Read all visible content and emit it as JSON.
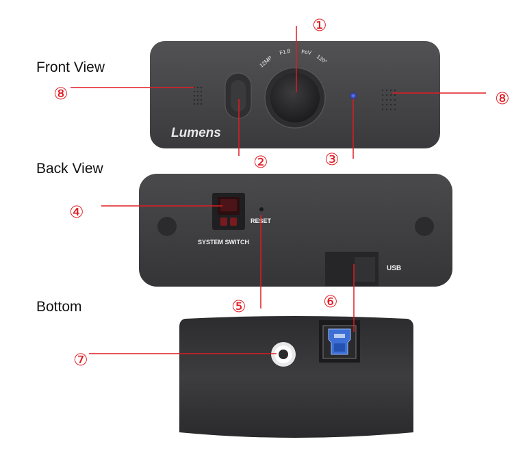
{
  "sections": {
    "front": "Front View",
    "back": "Back View",
    "bottom": "Bottom"
  },
  "callouts": {
    "c1": "①",
    "c2": "②",
    "c3": "③",
    "c4": "④",
    "c5": "⑤",
    "c6": "⑥",
    "c7": "⑦",
    "c8_left": "⑧",
    "c8_right": "⑧"
  },
  "device_text": {
    "brand": "Lumens",
    "spec_12mp": "12MP",
    "spec_f18": "F1.8",
    "spec_fov": "FoV",
    "spec_120": "120°",
    "reset": "RESET",
    "system_switch": "SYSTEM SWITCH",
    "usb": "USB"
  },
  "colors": {
    "callout_red": "#e11b22",
    "body_dark": "#3e3e40",
    "led_blue": "#3a4fc4",
    "usb_port_blue": "#3d6fd6"
  }
}
